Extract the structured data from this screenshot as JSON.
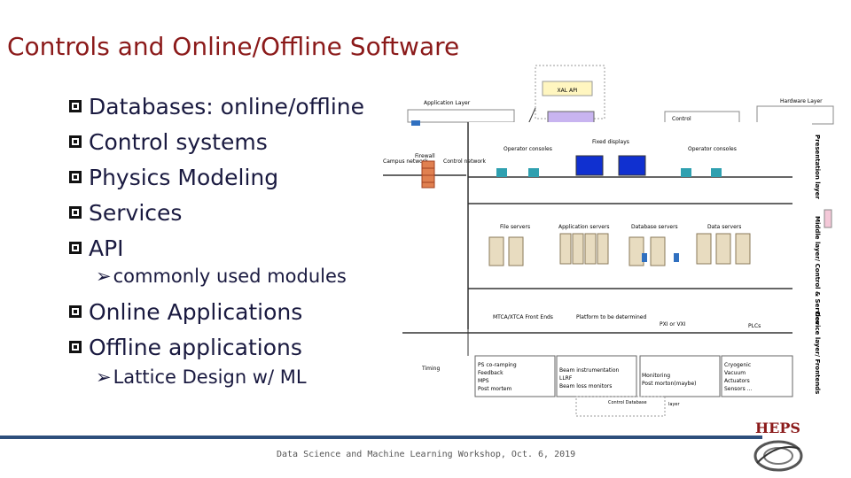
{
  "title": "Controls and Online/Offline Software",
  "bullets": [
    {
      "text": "Databases: online/offline"
    },
    {
      "text": "Control systems"
    },
    {
      "text": "Physics Modeling"
    },
    {
      "text": "Services"
    },
    {
      "text": "API"
    },
    {
      "text": "commonly used modules",
      "level": 2
    },
    {
      "text": "Online Applications"
    },
    {
      "text": "Offline applications"
    },
    {
      "text": "Lattice Design w/ ML",
      "level": 2
    }
  ],
  "diagram": {
    "xal_api": "XAL API",
    "application_layer": "Application Layer",
    "hardware_layer": "Hardware Layer",
    "control": "Control",
    "presentation_layer": "Presentation layer",
    "middle_layer": "Middle layer/ Control & Service",
    "device_layer": "Device layer/ Frontends",
    "campus_network": "Campus network",
    "firewall": "Firewall",
    "control_network": "Control network",
    "operator_consoles_left": "Operator consoles",
    "fixed_displays": "Fixed displays",
    "operator_consoles_right": "Operator consoles",
    "file_servers": "File servers",
    "application_servers": "Application servers",
    "database_servers": "Database servers",
    "data_servers": "Data servers",
    "mtca_front_ends": "MTCA/XTCA Front Ends",
    "platform": "Platform to be determined",
    "pxi_vxi": "PXI or VXI",
    "plcs": "PLCs",
    "timing": "Timing",
    "box_ps": [
      "PS co-ramping",
      "Feedback",
      "MPS",
      "Post mortem"
    ],
    "box_beam": [
      "Beam instrumentation",
      "LLRF",
      "Beam loss monitors"
    ],
    "box_monitoring": [
      "Monitoring",
      "Post morton(maybe)"
    ],
    "box_cryo": [
      "Cryogenic",
      "Vacuum",
      "Actuators",
      "Sensors ..."
    ],
    "control_database": "Control Database",
    "layer_bottom": "layer"
  },
  "footer": "Data Science and Machine Learning Workshop, Oct. 6, 2019",
  "logo": "HEPS",
  "colors": {
    "title": "#8b1a1a",
    "footer_line": "#2d4f7c",
    "monitor": "#2fa0b0",
    "display": "#1030d0",
    "xal_api": "#c8b4f0"
  }
}
